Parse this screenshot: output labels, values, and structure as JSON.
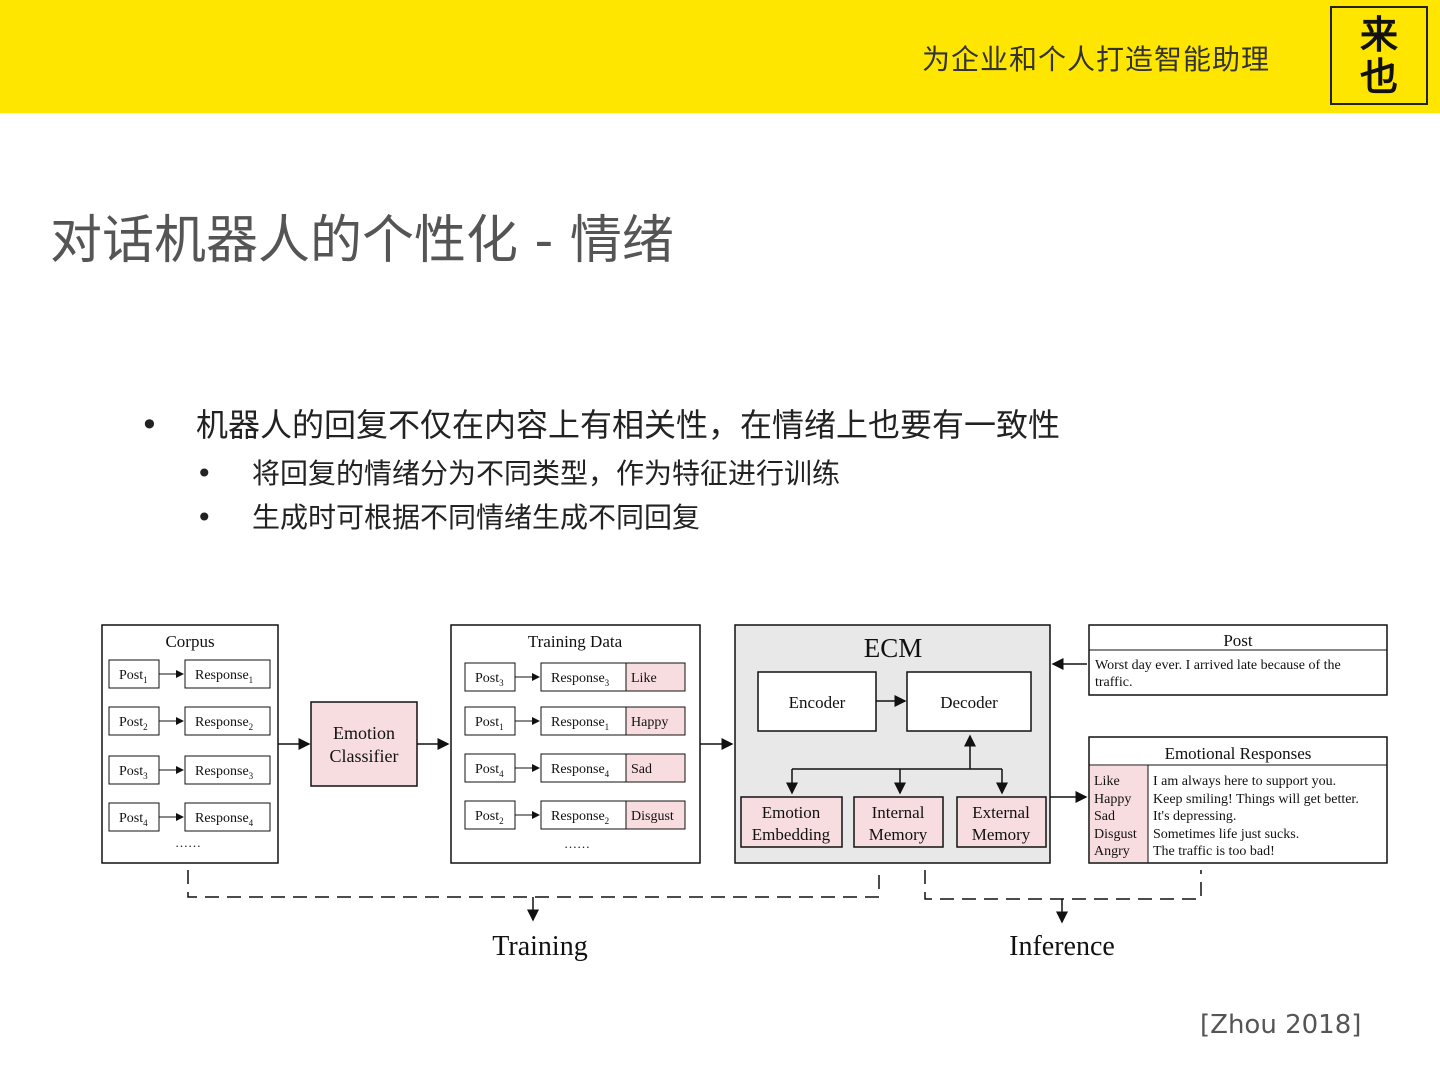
{
  "header": {
    "tagline": "为企业和个人打造智能助理",
    "logo_top": "来",
    "logo_bottom": "也",
    "brand_color": "#ffe600"
  },
  "title": "对话机器人的个性化 - 情绪",
  "bullets": {
    "main": "机器人的回复不仅在内容上有相关性，在情绪上也要有一致性",
    "sub": [
      "将回复的情绪分为不同类型，作为特征进行训练",
      "生成时可根据不同情绪生成不同回复"
    ]
  },
  "diagram": {
    "corpus": {
      "title": "Corpus",
      "rows": [
        {
          "post": "Post",
          "post_sub": "1",
          "resp": "Response",
          "resp_sub": "1"
        },
        {
          "post": "Post",
          "post_sub": "2",
          "resp": "Response",
          "resp_sub": "2"
        },
        {
          "post": "Post",
          "post_sub": "3",
          "resp": "Response",
          "resp_sub": "3"
        },
        {
          "post": "Post",
          "post_sub": "4",
          "resp": "Response",
          "resp_sub": "4"
        }
      ],
      "ellipsis": "……"
    },
    "classifier": {
      "line1": "Emotion",
      "line2": "Classifier"
    },
    "training_data": {
      "title": "Training Data",
      "rows": [
        {
          "post": "Post",
          "post_sub": "3",
          "resp": "Response",
          "resp_sub": "3",
          "emotion": "Like"
        },
        {
          "post": "Post",
          "post_sub": "1",
          "resp": "Response",
          "resp_sub": "1",
          "emotion": "Happy"
        },
        {
          "post": "Post",
          "post_sub": "4",
          "resp": "Response",
          "resp_sub": "4",
          "emotion": "Sad"
        },
        {
          "post": "Post",
          "post_sub": "2",
          "resp": "Response",
          "resp_sub": "2",
          "emotion": "Disgust"
        }
      ],
      "ellipsis": "……"
    },
    "ecm": {
      "title": "ECM",
      "encoder": "Encoder",
      "decoder": "Decoder",
      "modules": [
        {
          "line1": "Emotion",
          "line2": "Embedding"
        },
        {
          "line1": "Internal",
          "line2": "Memory"
        },
        {
          "line1": "External",
          "line2": "Memory"
        }
      ]
    },
    "post_box": {
      "title": "Post",
      "line1": "Worst day ever. I arrived late because of the",
      "line2": "traffic."
    },
    "responses_box": {
      "title": "Emotional Responses",
      "rows": [
        {
          "emotion": "Like",
          "text": "I am always here to support you."
        },
        {
          "emotion": "Happy",
          "text": "Keep smiling! Things will get better."
        },
        {
          "emotion": "Sad",
          "text": "It's depressing."
        },
        {
          "emotion": "Disgust",
          "text": "Sometimes life just sucks."
        },
        {
          "emotion": "Angry",
          "text": "The traffic is too bad!"
        }
      ]
    },
    "training_label": "Training",
    "inference_label": "Inference",
    "colors": {
      "pink": "#f8dde0",
      "ecm_bg": "#e8e8e8"
    }
  },
  "citation": "[Zhou 2018]"
}
